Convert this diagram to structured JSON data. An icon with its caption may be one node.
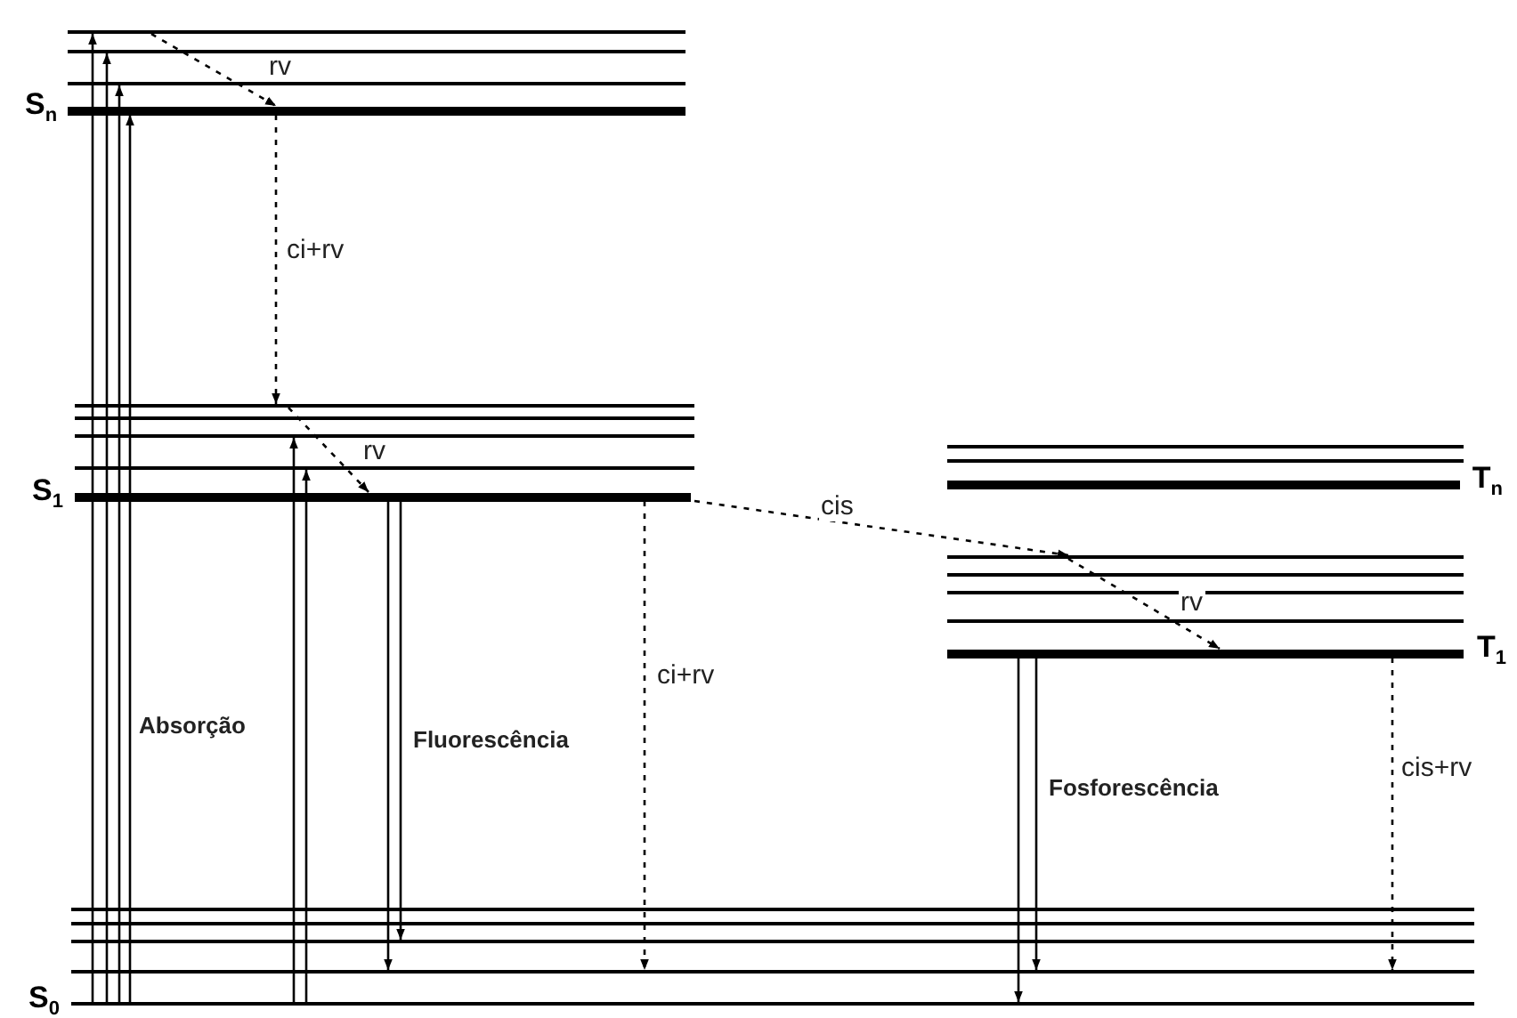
{
  "diagram": {
    "nodes": [
      {
        "text": [],
        "shape": "bar"
      },
      {
        "text": [],
        "shape": "bar"
      },
      {
        "text": [],
        "shape": "bar"
      },
      {
        "text": [
          "S$_{n}$"
        ]
      },
      {
        "text": [],
        "shape": "bar"
      },
      {
        "text": [],
        "shape": "bar"
      },
      {
        "text": [],
        "shape": "bar"
      },
      {
        "text": [],
        "shape": "bar"
      },
      {
        "text": [
          "S$_{1}$"
        ]
      },
      {
        "text": [],
        "shape": "bar"
      },
      {
        "text": [],
        "shape": "bar"
      },
      {
        "text": [
          "T$_{n}$"
        ]
      },
      {
        "text": [],
        "shape": "bar"
      },
      {
        "text": [],
        "shape": "bar"
      },
      {
        "text": [],
        "shape": "bar"
      },
      {
        "text": [],
        "shape": "bar"
      },
      {
        "text": [
          "T$_{1}$"
        ]
      },
      {
        "text": [],
        "shape": "bar"
      },
      {
        "text": [],
        "shape": "bar"
      },
      {
        "text": [],
        "shape": "bar"
      },
      {
        "text": [],
        "shape": "bar"
      },
      {
        "text": [
          "S$_{0}$"
        ]
      }
    ],
    "edges": [
      {
        "from": 21,
        "to": 0,
        "arrow": "to"
      },
      {
        "from": 21,
        "to": 1,
        "arrow": "to"
      },
      {
        "from": 21,
        "to": 2,
        "arrow": "to"
      },
      {
        "from": 21,
        "to": 3,
        "arrow": "to"
      },
      {
        "from": 0,
        "to": 3,
        "arrow": "to",
        "style": "dashed",
        "label": "rv"
      },
      {
        "from": 3,
        "to": 4,
        "arrow": "to",
        "style": "dashed",
        "label": "ci+rv"
      },
      {
        "from": 21,
        "to": 6,
        "arrow": "to"
      },
      {
        "from": 21,
        "to": 7,
        "arrow": "to"
      },
      {
        "from": 4,
        "to": 8,
        "arrow": "to",
        "style": "dashed",
        "label": "rv"
      },
      {
        "from": 8,
        "to": 20,
        "arrow": "to"
      },
      {
        "from": 8,
        "to": 19,
        "arrow": "to"
      },
      {
        "from": 8,
        "to": 20,
        "arrow": "to",
        "style": "dashed",
        "label": "ci+rv"
      },
      {
        "from": 8,
        "to": 12,
        "arrow": "to",
        "style": "dashed",
        "label": "cis"
      },
      {
        "from": 12,
        "to": 16,
        "arrow": "to",
        "style": "dashed",
        "label": "rv"
      },
      {
        "from": 16,
        "to": 21,
        "arrow": "to"
      },
      {
        "from": 16,
        "to": 20,
        "arrow": "to"
      },
      {
        "from": 16,
        "to": 20,
        "arrow": "to",
        "style": "dashed",
        "label": "cis+rv"
      }
    ],
    "labels": [
      "Absorção",
      "Fluorescência",
      "Fosforescência"
    ]
  }
}
